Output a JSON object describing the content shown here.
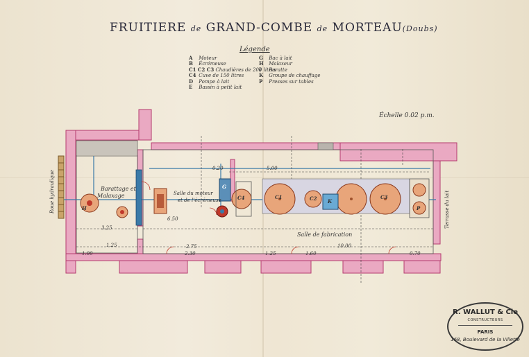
{
  "title": {
    "part1": "FRUITIERE",
    "de1": "de",
    "part2": "GRAND-COMBE",
    "de2": "de",
    "part3": "MORTEAU",
    "region": "(Doubs)"
  },
  "legend": {
    "heading": "Légende",
    "left_items": [
      {
        "key": "A",
        "text": "Moteur"
      },
      {
        "key": "B",
        "text": "Écrémeuse"
      },
      {
        "key": "C1 C2 C3",
        "text": "Chaudières de 200 litres"
      },
      {
        "key": "C4",
        "text": "Cuve de 150 litres"
      },
      {
        "key": "D",
        "text": "Pompe à lait"
      },
      {
        "key": "E",
        "text": "Bassin à petit lait"
      }
    ],
    "right_items": [
      {
        "key": "G",
        "text": "Bac à lait"
      },
      {
        "key": "H",
        "text": "Malaxeur"
      },
      {
        "key": "I",
        "text": "Baratte"
      },
      {
        "key": "K",
        "text": "Groupe de chauffage"
      },
      {
        "key": "P",
        "text": "Presses sur tables"
      }
    ]
  },
  "scale": "Échelle 0.02 p.m.",
  "rooms": {
    "moteur": "Salle du moteur",
    "moteur2": "et de l'écrémeuse",
    "fabrication": "Salle de fabrication",
    "barattage": "Barattage et",
    "malaxage": "Malaxage",
    "roue": "Roue hydraulique",
    "terrasse": "Terrasse du lait"
  },
  "dimensions": {
    "d1": "5.00",
    "d2": "3.25",
    "d3": "1.25",
    "d4": "10.00",
    "d5": "0.20",
    "d6": "1.00",
    "d7": "2.75",
    "d8": "1.60",
    "d9": "1.25",
    "d10": "2.30",
    "d11": "0.70",
    "d12": "6.50"
  },
  "equipment": {
    "C1": "C1",
    "C2": "C2",
    "C3": "C3",
    "C4": "C4",
    "K": "K",
    "G": "G",
    "H": "H",
    "P": "P"
  },
  "stamp": {
    "name": "R. WALLUT & Cie",
    "sub": "CONSTRUCTEURS",
    "city": "PARIS",
    "address": "168, Boulevard de la Villette"
  },
  "colors": {
    "paper": "#efe6d3",
    "wall_pink": "#eaa9c2",
    "wall_outline": "#b43c6e",
    "vessel_orange": "#e8a57a",
    "ink_blue": "#3a7aa8"
  }
}
